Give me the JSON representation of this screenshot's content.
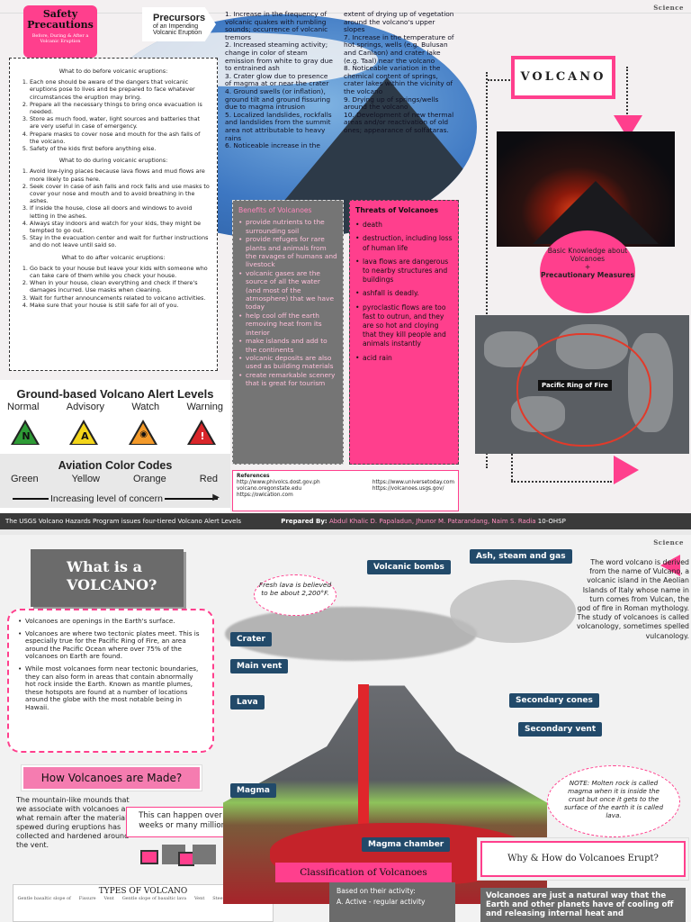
{
  "page1": {
    "science_tag": "Science",
    "safety": {
      "title": "Safety Precautions",
      "subtitle": "Before, During & After a Volcanic Eruption"
    },
    "before": {
      "heading": "What to do before volcanic eruptions:",
      "items": [
        "Each one should be aware of the dangers that volcanic eruptions pose to lives and be prepared to face whatever circumstances the eruption may bring.",
        "Prepare all the necessary things to bring once evacuation is needed.",
        "Store as much food, water, light sources and batteries that are very useful in case of emergency.",
        "Prepare masks to cover nose and mouth for the ash falls of the volcano.",
        "Safety of the kids first before anything else."
      ]
    },
    "during": {
      "heading": "What to do during volcanic eruptions:",
      "items": [
        "Avoid low-lying places because lava flows and mud flows are more likely to pass here.",
        "Seek cover in case of ash falls and rock falls and use masks to cover your nose and mouth and to avoid breathing in the ashes.",
        "If inside the house, close all doors and windows to avoid letting in the ashes.",
        "Always stay indoors and watch for your kids, they might be tempted to go out.",
        "Stay in the evacuation center and wait for further instructions and do not leave until said so."
      ]
    },
    "after": {
      "heading": "What to do after volcanic eruptions:",
      "items": [
        "Go back to your house but leave your kids with someone who can take care of them while you check your house.",
        "When in your house, clean everything and check if there's damages incurred. Use masks when cleaning.",
        "Wait for further announcements related to volcano activities.",
        "Make sure that your house is still safe for all of you."
      ]
    },
    "alert": {
      "title": "Ground-based Volcano Alert Levels",
      "levels": [
        {
          "name": "Normal",
          "letter": "N",
          "color": "#2e9b36"
        },
        {
          "name": "Advisory",
          "letter": "A",
          "color": "#f3d51a"
        },
        {
          "name": "Watch",
          "letter": "",
          "color": "#f39a2a"
        },
        {
          "name": "Warning",
          "letter": "!",
          "color": "#d9262a"
        }
      ],
      "aviation_title": "Aviation Color Codes",
      "colors": [
        "Green",
        "Yellow",
        "Orange",
        "Red"
      ],
      "concern": "Increasing level of concern"
    },
    "precursors": {
      "title": "Precursors",
      "subtitle": "of an Impending Volcanic Eruption",
      "col1": [
        "1. Increase in the frequency of volcanic quakes with rumbling sounds; occurrence of volcanic tremors",
        "2. Increased steaming activity; change in color of steam emission from white to gray due to entrained ash",
        "3. Crater glow due to presence of magma at or near the crater",
        "4. Ground swells (or inflation), ground tilt and ground fissuring due to magma intrusion",
        "5. Localized landslides, rockfalls and landslides from the summit area not attributable to heavy rains",
        "6. Noticeable increase in the"
      ],
      "col2": [
        "extent of drying up of vegetation around the volcano's upper slopes",
        "7. Increase in the temperature of hot springs, wells (e.g. Bulusan and Canlaon) and crater lake (e.g. Taal) near the volcano",
        "8. Noticeable variation in the chemical content of springs, crater lakes within the vicinity of the volcano",
        "9. Drying up of springs/wells around the volcano",
        "10. Development of new thermal areas and/or reactivation of old ones; appearance of solfataras."
      ]
    },
    "benefits": {
      "title": "Benefits of Volcanoes",
      "items": [
        "provide nutrients to the surrounding soil",
        "provide refuges for rare plants and animals from the ravages of humans and livestock",
        "volcanic gases are the source of all the water (and most of the atmosphere) that we have today",
        "help cool off the earth removing heat from its interior",
        "make islands and add to the continents",
        "volcanic deposits are also used as building materials",
        "create remarkable scenery that is great for tourism"
      ]
    },
    "threats": {
      "title": "Threats of Volcanoes",
      "items": [
        "death",
        "destruction, including loss of human life",
        "lava flows are dangerous to nearby structures and buildings",
        "ashfall is deadly.",
        "pyroclastic flows are too fast to outrun, and they are so hot and cloying that they kill people and animals instantly",
        "acid rain"
      ]
    },
    "volcano_title": "VOLCANO",
    "basic": {
      "line1": "Basic Knowledge about Volcanoes",
      "plus": "+",
      "line2": "Precautionary Measures"
    },
    "ring_label": "Pacific Ring of Fire",
    "refs": {
      "title": "References",
      "left": [
        "http://www.phivolcs.dost.gov.ph",
        "volcano.oregonstate.edu",
        "https://owlcation.com"
      ],
      "right": [
        "https://www.universetoday.com",
        "https://volcanoes.usgs.gov/"
      ]
    },
    "footer": {
      "left": "The USGS Volcano Hazards Program issues four-tiered Volcano Alert Levels",
      "prepared": "Prepared By:",
      "names": "Abdul Khalic D. Papaladun, Jhunor M. Patarandang, Naim S. Radia",
      "grade": "10-OHSP"
    }
  },
  "page2": {
    "science_tag": "Science",
    "what_title": "What is a VOLCANO?",
    "what_bullets": [
      "Volcanoes are openings in the Earth's surface.",
      "Volcanoes are where two tectonic plates meet. This is especially true for the Pacific Ring of Fire, an area around the Pacific Ocean where over 75% of the volcanoes on Earth are found.",
      "While most volcanoes form near tectonic boundaries, they can also form in areas that contain abnormally hot rock inside the Earth. Known as mantle plumes, these hotspots are found at a number of locations around the globe with the most notable being in Hawaii."
    ],
    "how_title": "How Volcanoes are Made?",
    "how_text": "The mountain-like mounds that we associate with volcanoes are what remain after the material spewed during eruptions has collected and hardened around the vent.",
    "how_note": "This can happen over a period of weeks or many millions of years.",
    "types_title": "TYPES OF VOLCANO",
    "types_small": [
      "Gentle basaltic slope of",
      "Fissure",
      "Vent",
      "Gentle slope of basaltic lava",
      "Vent",
      "Steep convex slope from"
    ],
    "fresh_lava": "Fresh lava is believed to be about 2,200°F.",
    "labels": {
      "bombs": "Volcanic bombs",
      "ash": "Ash, steam and gas",
      "crater": "Crater",
      "main_vent": "Main vent",
      "lava": "Lava",
      "sec_cones": "Secondary cones",
      "sec_vent": "Secondary vent",
      "magma": "Magma",
      "chamber": "Magma chamber"
    },
    "classification": {
      "title": "Classification of Volcanoes",
      "intro": "Based on their activity:",
      "item": "A. Active - regular activity"
    },
    "word": "The word volcano is derived from the name of Vulcano, a volcanic island in the Aeolian Islands of Italy whose name in turn comes from Vulcan, the god of fire in Roman mythology. The study of volcanoes is called volcanology, sometimes spelled vulcanology.",
    "note": "NOTE: Molten rock is called magma when it is inside the crust but once it gets to the surface of the earth it is called lava.",
    "why_title": "Why & How do Volcanoes Erupt?",
    "why_text": "Volcanoes are just a natural way that the Earth and other planets have of cooling off and releasing internal heat and"
  }
}
